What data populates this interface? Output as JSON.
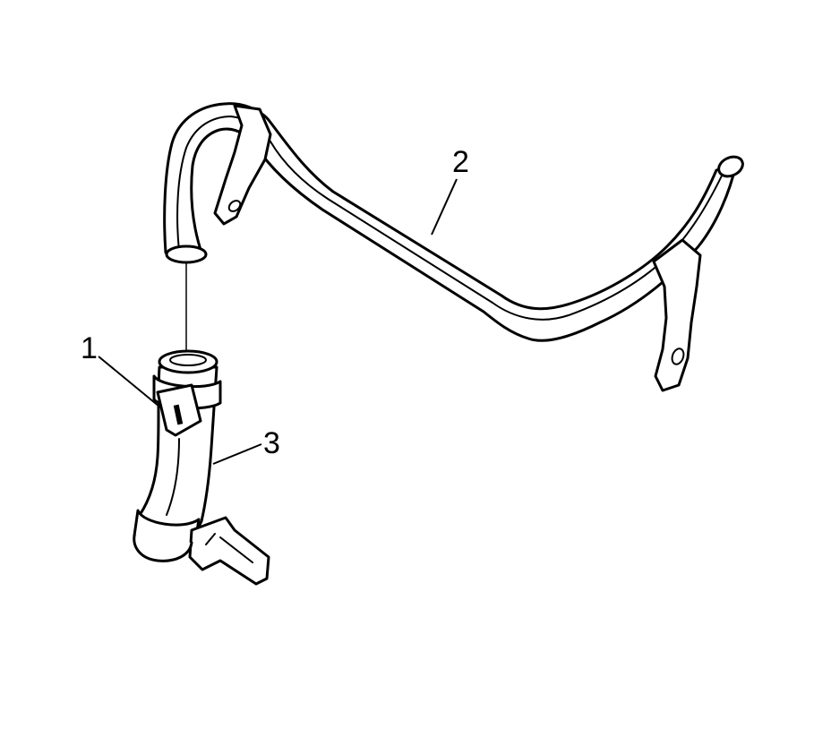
{
  "callouts": [
    {
      "id": "1",
      "label": "1"
    },
    {
      "id": "2",
      "label": "2"
    },
    {
      "id": "3",
      "label": "3"
    }
  ],
  "colors": {
    "line": "#000000",
    "fill": "#ffffff"
  }
}
